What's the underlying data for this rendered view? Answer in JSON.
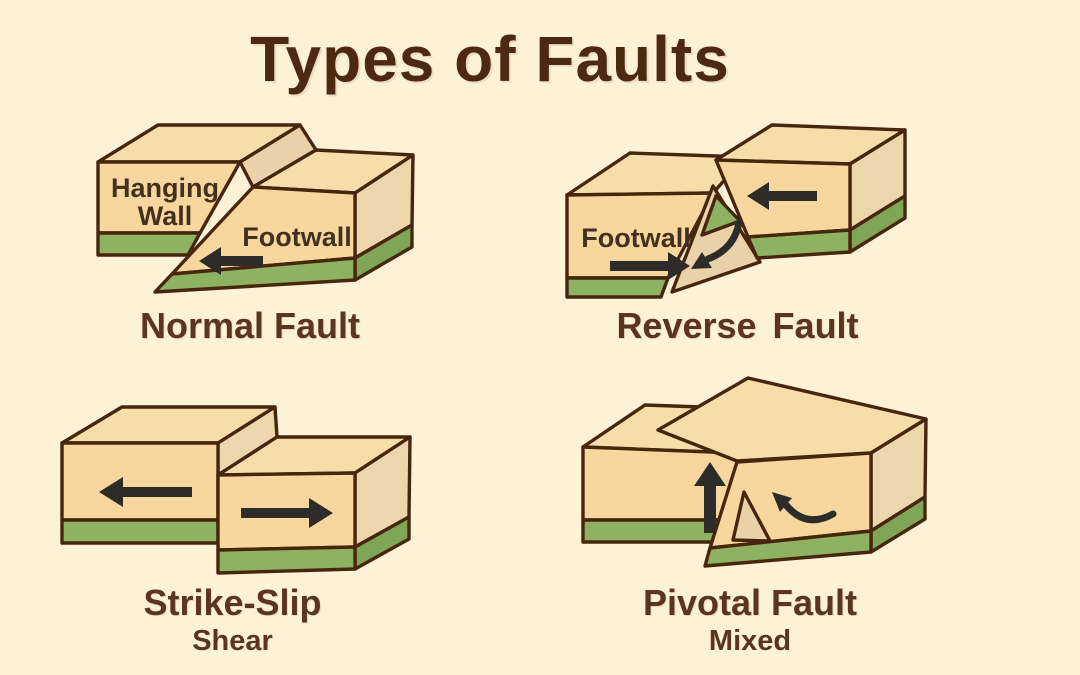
{
  "title": "Types of Faults",
  "colors": {
    "bg": "#fdf1d6",
    "block-front": "#f7d79e",
    "block-top": "#f7dda9",
    "block-side": "#ecd7ad",
    "fault-face": "#e9d2a9",
    "layer-green": "#8db261",
    "layer-green-dark": "#7fa557",
    "outline": "#47260e",
    "arrow": "#2d2c28",
    "title-text": "#4c2a12",
    "caption-text": "#5a3621",
    "label-text": "#44301f"
  },
  "diagrams": {
    "normal": {
      "caption": "Normal Fault",
      "labels": {
        "hanging_wall_line1": "Hanging",
        "hanging_wall_line2": "Wall",
        "footwall": "Footwall"
      },
      "arrows": [
        "left-arrow"
      ]
    },
    "reverse": {
      "caption": "Reverse Fault",
      "labels": {
        "footwall": "Footwall"
      },
      "arrows": [
        "right-arrow",
        "left-arrow",
        "curved-down-left-arrow"
      ]
    },
    "strike_slip": {
      "caption": "Strike-Slip",
      "subcaption": "Shear",
      "arrows": [
        "left-arrow",
        "right-arrow"
      ]
    },
    "pivotal": {
      "caption": "Pivotal Fault",
      "subcaption": "Mixed",
      "arrows": [
        "up-arrow",
        "curved-up-left-arrow"
      ]
    }
  }
}
